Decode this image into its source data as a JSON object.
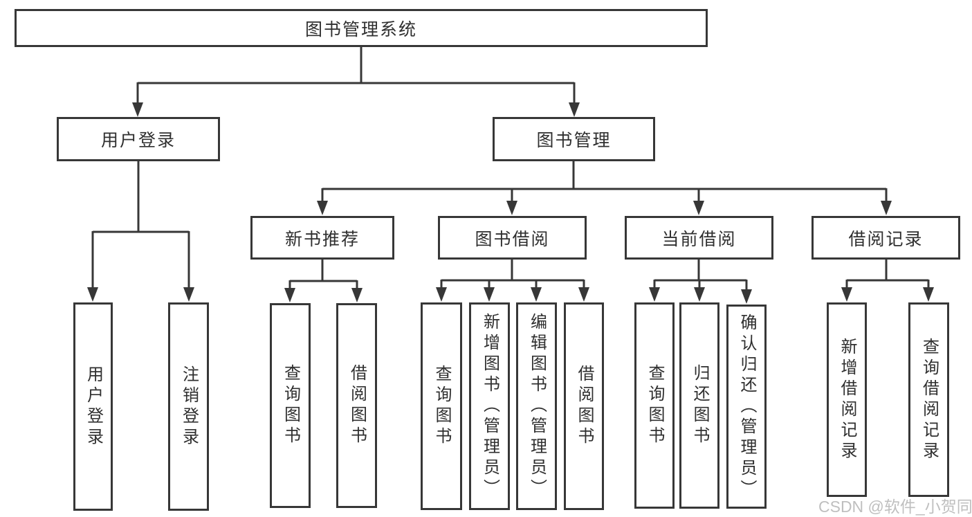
{
  "diagram": {
    "root": {
      "label": "图书管理系统"
    },
    "branches": [
      {
        "label": "用户登录",
        "leaves": [
          {
            "label": "用户登录"
          },
          {
            "label": "注销登录"
          }
        ]
      },
      {
        "label": "图书管理",
        "groups": [
          {
            "label": "新书推荐",
            "leaves": [
              {
                "label": "查询图书"
              },
              {
                "label": "借阅图书"
              }
            ]
          },
          {
            "label": "图书借阅",
            "leaves": [
              {
                "label": "查询图书"
              },
              {
                "label": "新增图书（管理员）"
              },
              {
                "label": "编辑图书（管理员）"
              },
              {
                "label": "借阅图书"
              }
            ]
          },
          {
            "label": "当前借阅",
            "leaves": [
              {
                "label": "查询图书"
              },
              {
                "label": "归还图书"
              },
              {
                "label": "确认归还（管理员）"
              }
            ]
          },
          {
            "label": "借阅记录",
            "leaves": [
              {
                "label": "新增借阅记录"
              },
              {
                "label": "查询借阅记录"
              }
            ]
          }
        ]
      }
    ]
  },
  "watermark": {
    "text": "CSDN @软件_小贺同学"
  },
  "colors": {
    "line": "#373737",
    "box_border": "#373737",
    "box_fill": "#ffffff",
    "text": "#2f2f2f",
    "watermark": "#b4b4b4"
  }
}
